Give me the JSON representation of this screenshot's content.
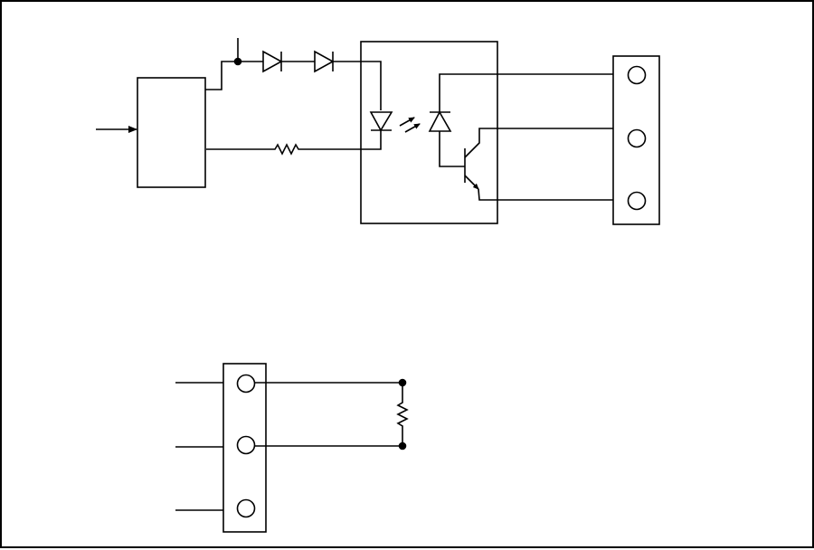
{
  "diagram": {
    "stroke_color": "#000000",
    "background_color": "#ffffff",
    "components": [
      "input-arrow-icon",
      "driver-block",
      "supply-node",
      "series-diode-icon",
      "series-diode-icon",
      "current-limit-resistor-icon",
      "optocoupler-package",
      "led-emitter-icon",
      "light-emission-arrows-icon",
      "photodiode-icon",
      "phototransistor-icon",
      "output-terminal-block",
      "input-terminal-block",
      "terminal-resistor-icon"
    ]
  }
}
